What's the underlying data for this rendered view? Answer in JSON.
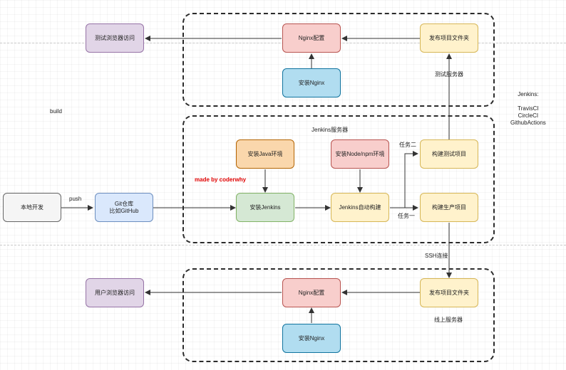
{
  "nodes": {
    "test_browser": "测试浏览器访问",
    "test_nginx_config": "Nginx配置",
    "test_publish_folder": "发布项目文件夹",
    "test_install_nginx": "安装Nginx",
    "install_java": "安装Java环境",
    "install_node": "安装Node/npm环境",
    "build_test": "构建测试项目",
    "local_dev": "本地开发",
    "git_repo": "Git仓库\n比如GitHub",
    "install_jenkins": "安装Jenkins",
    "jenkins_auto_build": "Jenkins自动构建",
    "build_prod": "构建生产项目",
    "user_browser": "用户浏览器访问",
    "prod_nginx_config": "Nginx配置",
    "prod_publish_folder": "发布项目文件夹",
    "prod_install_nginx": "安装Nginx"
  },
  "labels": {
    "test_server": "测试服务器",
    "build": "build",
    "jenkins_server": "Jenkins服务器",
    "task_two": "任务二",
    "task_one": "任务一",
    "push": "push",
    "ssh": "SSH连接",
    "prod_server": "线上服务器",
    "made_by": "made by coderwhy",
    "jenkins_alt": "Jenkins:\n\nTravisCI\nCircleCI\nGithubActions"
  },
  "colors": {
    "purple": "#e1d5e7",
    "red": "#f8cecc",
    "yellow": "#fff2cc",
    "blue": "#b1ddf0",
    "orange": "#fad7ac",
    "green": "#d5e8d4",
    "grey": "#f5f5f5",
    "light_blue": "#dae8fc",
    "made_by_text": "#e00000"
  }
}
